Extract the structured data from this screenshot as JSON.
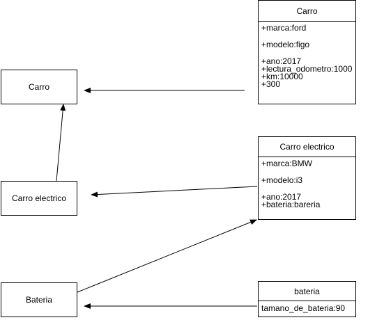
{
  "classes": {
    "carro": "Carro",
    "carro_electrico": "Carro electrico",
    "bateria": "Bateria"
  },
  "objects": {
    "carro": {
      "title": "Carro",
      "attrs": [
        "+marca:ford",
        "+modelo:figo",
        "+ano:2017",
        "+lectura_odometro:1000",
        "+km:10000",
        "+300"
      ]
    },
    "carro_electrico": {
      "title": "Carro electrico",
      "attrs": [
        "+marca:BMW",
        "+modelo:i3",
        "+ano:2017",
        "+bateria:bareria"
      ]
    },
    "bateria": {
      "title": "bateria",
      "attrs": [
        "tamano_de_bateria:90"
      ]
    }
  }
}
